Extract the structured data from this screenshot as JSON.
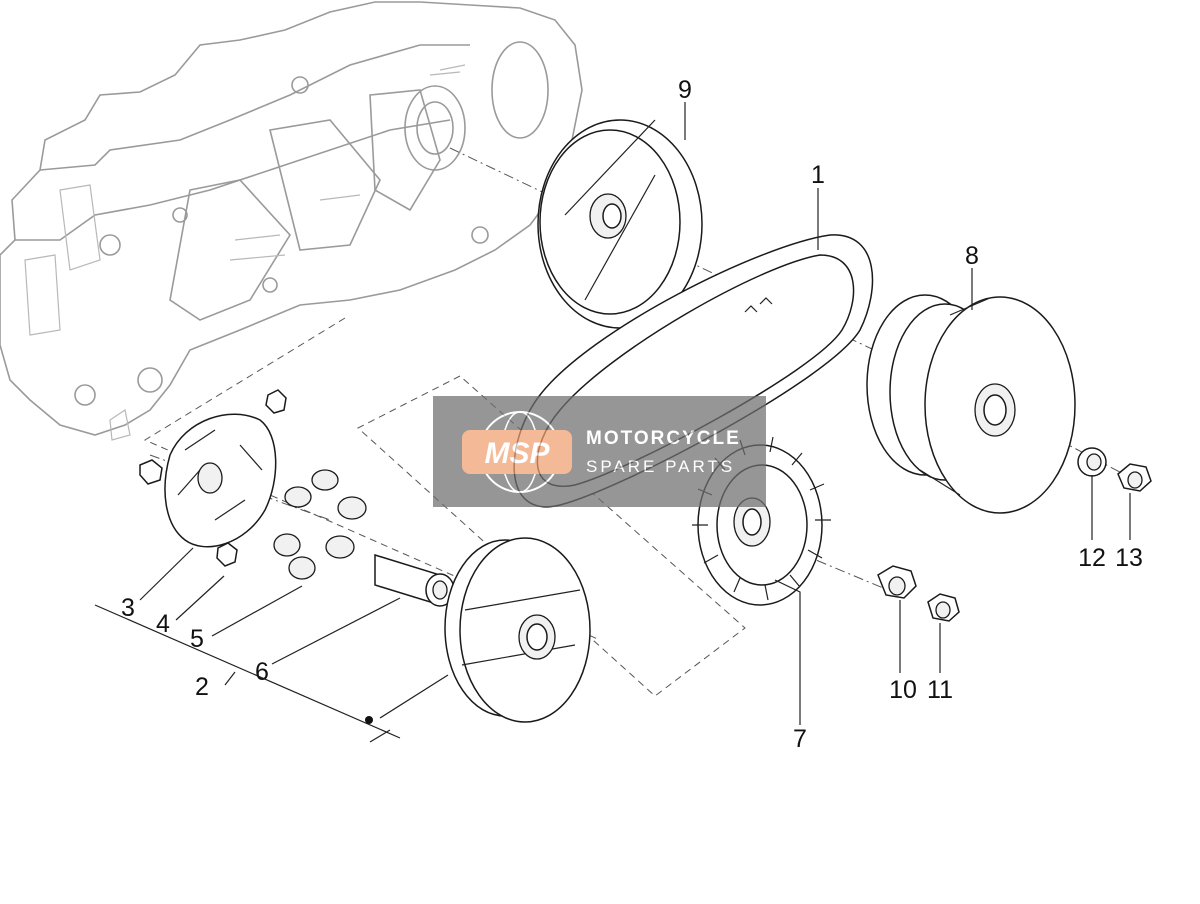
{
  "diagram": {
    "callouts": [
      "1",
      "2",
      "3",
      "4",
      "5",
      "6",
      "7",
      "8",
      "9",
      "10",
      "11",
      "12",
      "13"
    ]
  },
  "watermark": {
    "logo": "MSP",
    "line1": "MOTORCYCLE",
    "line2": "SPARE PARTS"
  },
  "colors": {
    "ink": "#1a1a1a",
    "ghost": "#9a9a9a",
    "watermark_box": "#6f6f6f",
    "watermark_accent": "#f0a070"
  }
}
